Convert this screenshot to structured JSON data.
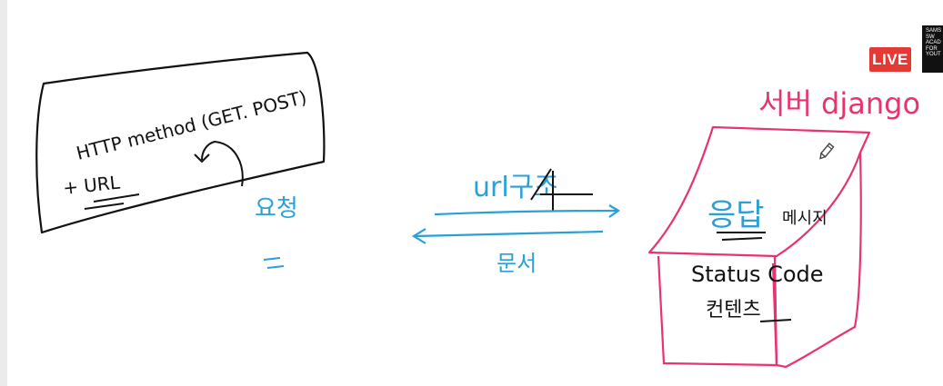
{
  "overlay": {
    "live_label": "LIVE",
    "brand_lines": [
      "SAMS",
      "SW",
      "ACAD",
      "FOR",
      "YOUT"
    ]
  },
  "whiteboard": {
    "client_box": {
      "method_text": "HTTP method (GET. POST)",
      "url_text": "+ URL"
    },
    "request_label": "요청",
    "request_arrow_label": "url구조",
    "response_arrow_label": "문서",
    "server_label": "서버 django",
    "response_box": {
      "response_label": "응답",
      "message_label": "메시지",
      "status_label": "Status Code",
      "content_label": "컨텐츠"
    }
  },
  "colors": {
    "ink_black": "#111111",
    "ink_blue": "#2a9fd8",
    "ink_pink": "#e8336d",
    "live_red": "#e53935"
  },
  "icons": {
    "pencil": "pencil-icon"
  }
}
